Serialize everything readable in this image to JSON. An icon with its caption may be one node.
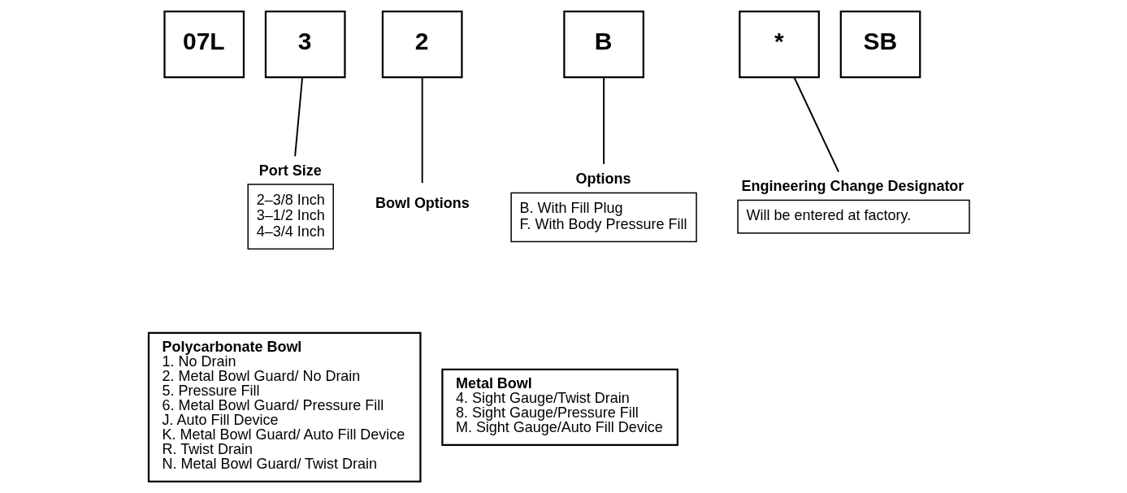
{
  "diagram": {
    "nodes": [
      {
        "text": [
          "07L"
        ]
      },
      {
        "text": [
          "3"
        ]
      },
      {
        "text": [
          "2"
        ]
      },
      {
        "text": [
          "B"
        ]
      },
      {
        "text": [
          "*"
        ]
      },
      {
        "text": [
          "SB"
        ]
      },
      {
        "text": [
          "Port Size",
          "2–3/8 Inch",
          "3–1/2 Inch",
          "4–3/4 Inch"
        ]
      },
      {
        "text": [
          "Bowl Options"
        ]
      },
      {
        "text": [
          "Polycarbonate Bowl",
          "1. No Drain",
          "2. Metal Bowl Guard/ No Drain",
          "5. Pressure Fill",
          "6. Metal Bowl Guard/ Pressure Fill",
          "J. Auto Fill Device",
          "K. Metal Bowl Guard/ Auto Fill Device",
          "R. Twist Drain",
          "N. Metal Bowl Guard/ Twist Drain"
        ]
      },
      {
        "text": [
          "Metal Bowl",
          "4. Sight Gauge/Twist Drain",
          "8. Sight Gauge/Pressure Fill",
          "M. Sight Gauge/Auto Fill Device"
        ]
      },
      {
        "text": [
          "Options",
          "B. With Fill Plug",
          "F. With Body Pressure Fill"
        ]
      },
      {
        "text": [
          "Engineering Change Designator",
          "Will be entered at factory."
        ]
      }
    ],
    "edges": [
      {
        "from": 1,
        "to": 6,
        "arrow": "none"
      },
      {
        "from": 2,
        "to": 7,
        "arrow": "none"
      },
      {
        "from": 3,
        "to": 10,
        "arrow": "none"
      },
      {
        "from": 4,
        "to": 11,
        "arrow": "none"
      }
    ]
  }
}
